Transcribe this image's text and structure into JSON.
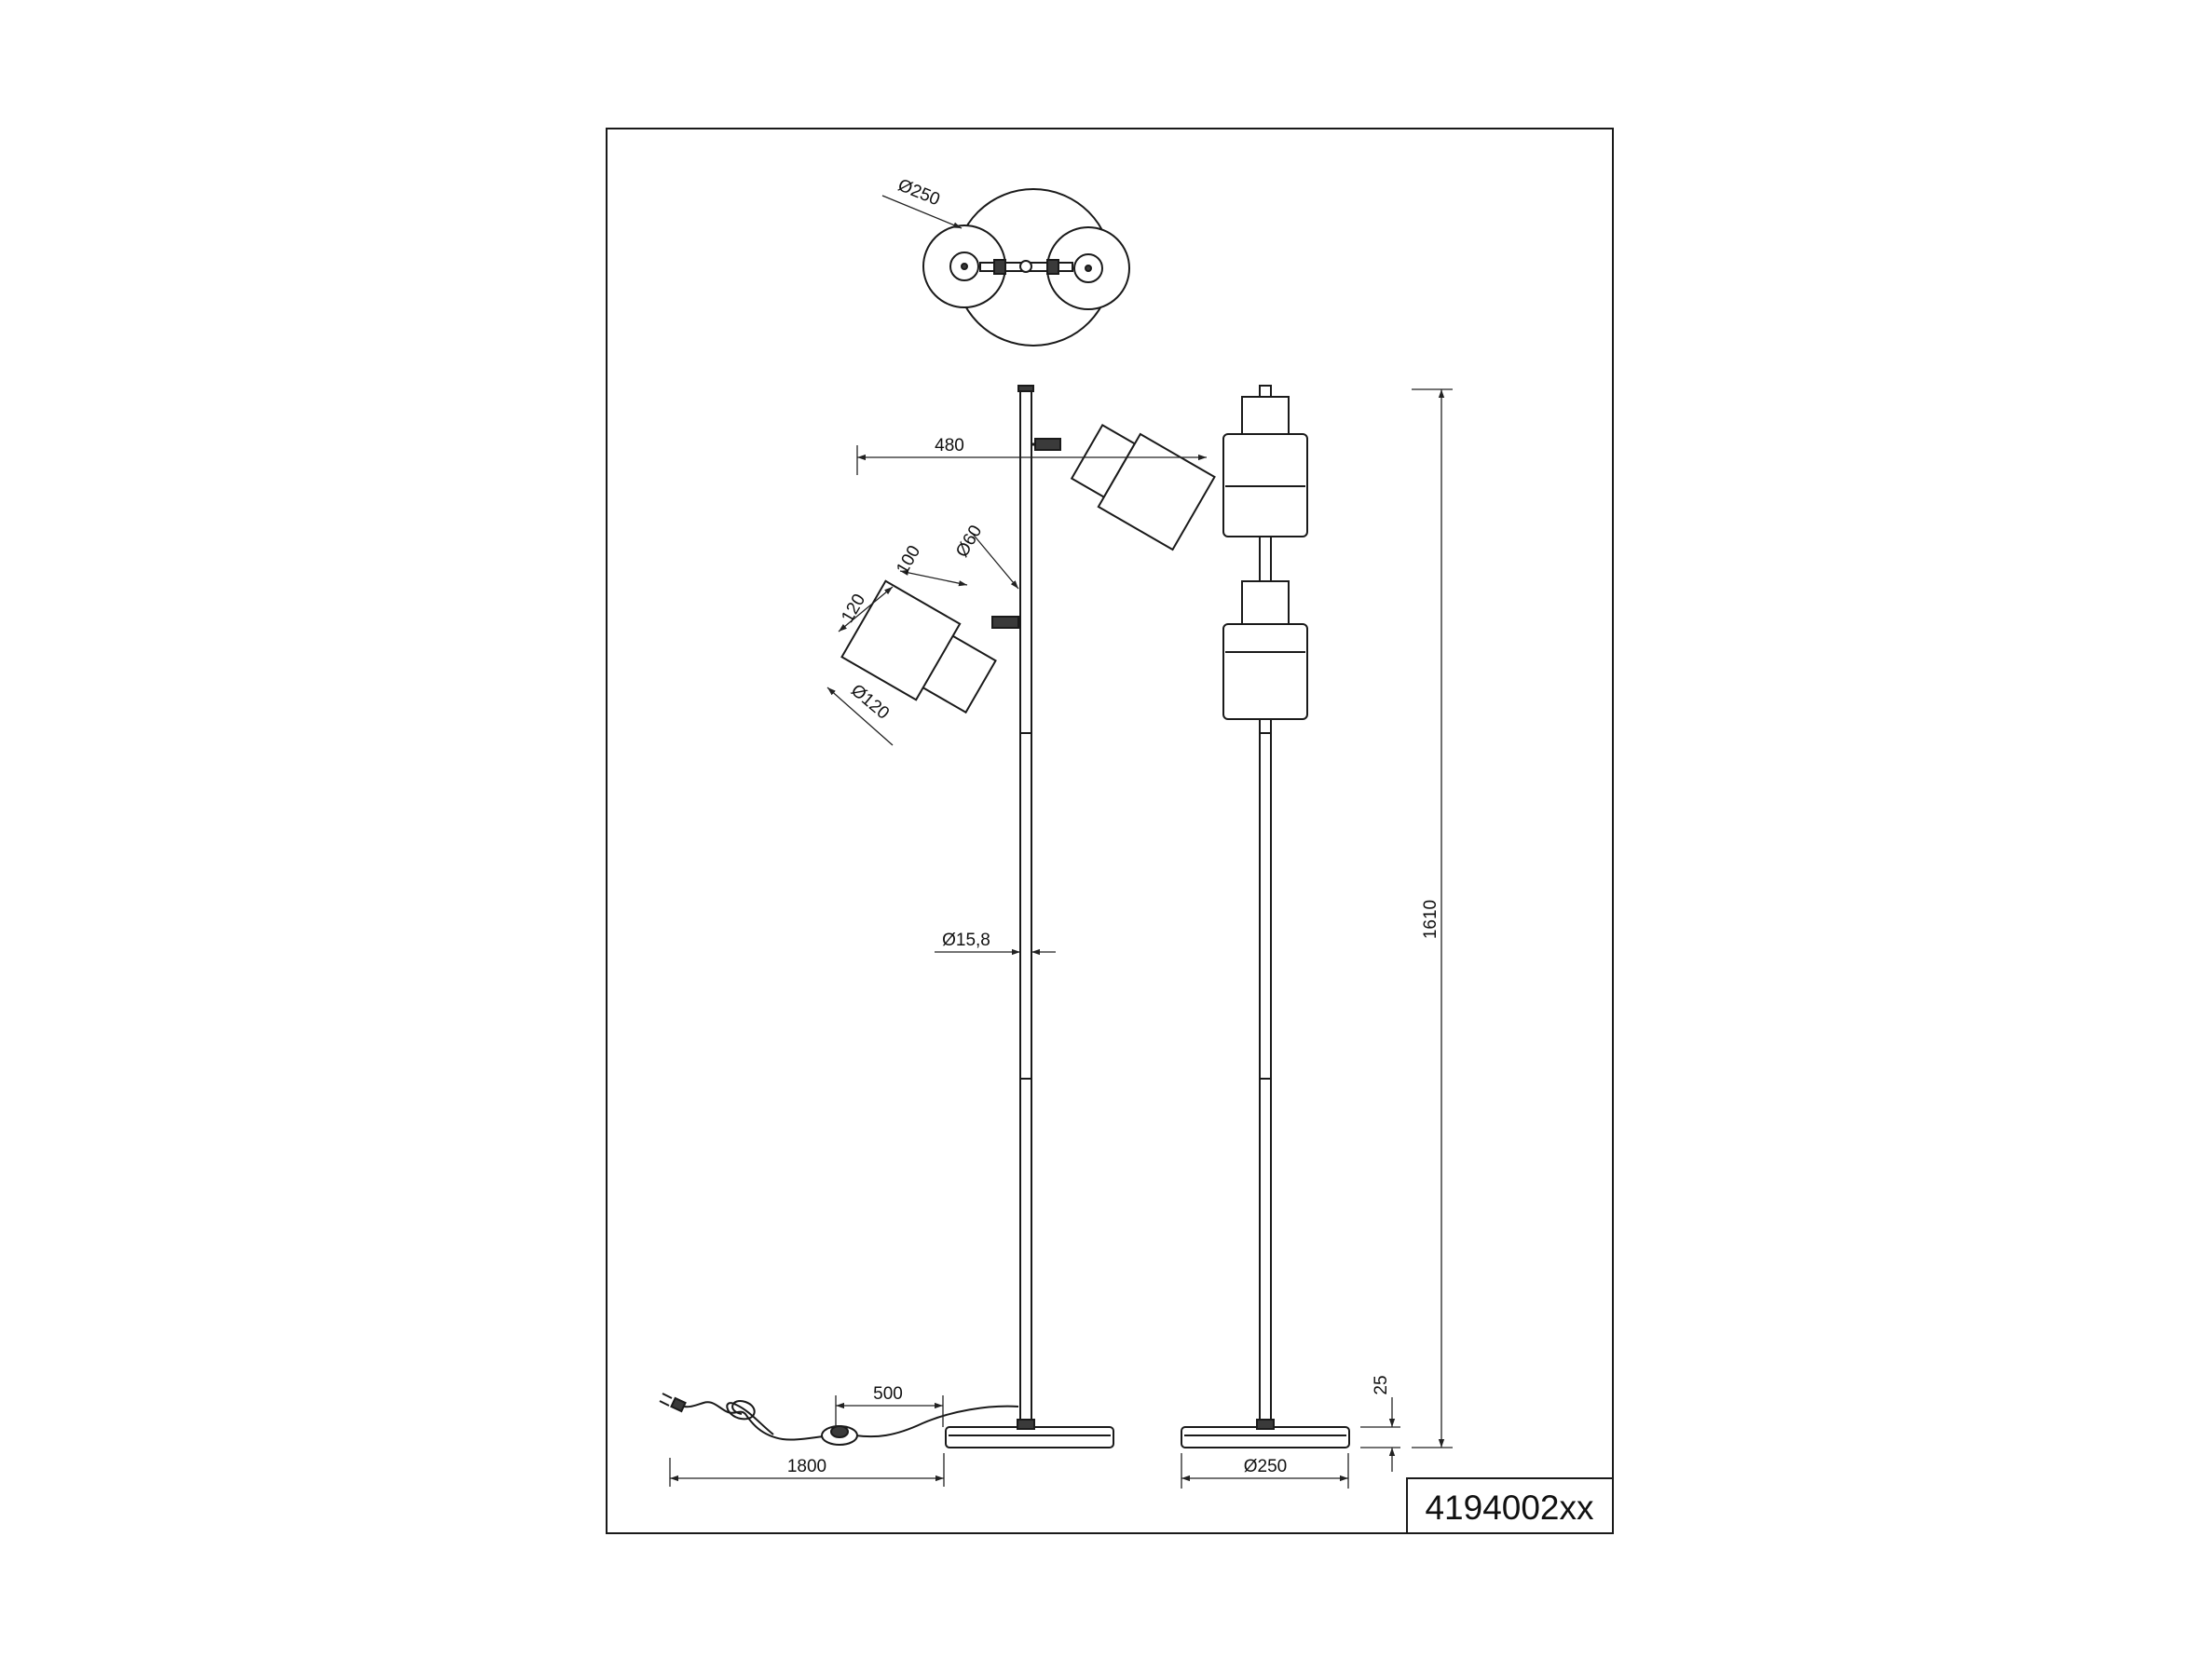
{
  "product_code": "4194002xx",
  "top_view": {
    "diameter_label": "Ø250"
  },
  "side_view": {
    "reach_label": "480",
    "shade_dims": {
      "rear_diameter_label": "Ø60",
      "rear_length_label": "100",
      "front_length_label": "120",
      "front_diameter_label": "Ø120"
    },
    "pole_diameter_label": "Ø15,8",
    "switch_distance_label": "500",
    "cable_length_label": "1800"
  },
  "front_view": {
    "height_label": "1610",
    "base_height_label": "25",
    "base_diameter_label": "Ø250"
  }
}
